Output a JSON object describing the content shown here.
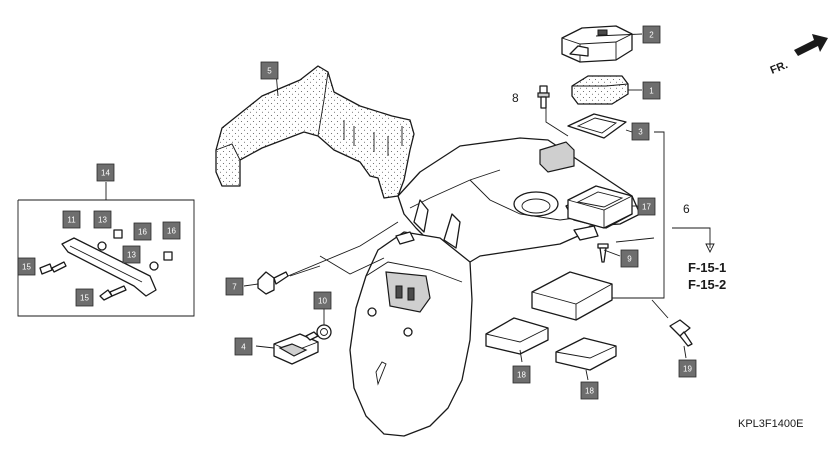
{
  "callouts": {
    "c1": "1",
    "c2": "2",
    "c3": "3",
    "c4": "4",
    "c5": "5",
    "c7": "7",
    "c9": "9",
    "c10": "10",
    "c11": "11",
    "c13a": "13",
    "c13b": "13",
    "c14": "14",
    "c15a": "15",
    "c15b": "15",
    "c16a": "16",
    "c16b": "16",
    "c17": "17",
    "c18a": "18",
    "c18b": "18",
    "c19": "19"
  },
  "plain_labels": {
    "p6": "6",
    "p8": "8"
  },
  "references": [
    "F-15-1",
    "F-15-2"
  ],
  "direction_marker": "FR.",
  "diagram_code": "KPL3F1400E",
  "colors": {
    "callout_fill": "#6e6e6e",
    "line": "#1a1a1a",
    "background": "#ffffff"
  }
}
